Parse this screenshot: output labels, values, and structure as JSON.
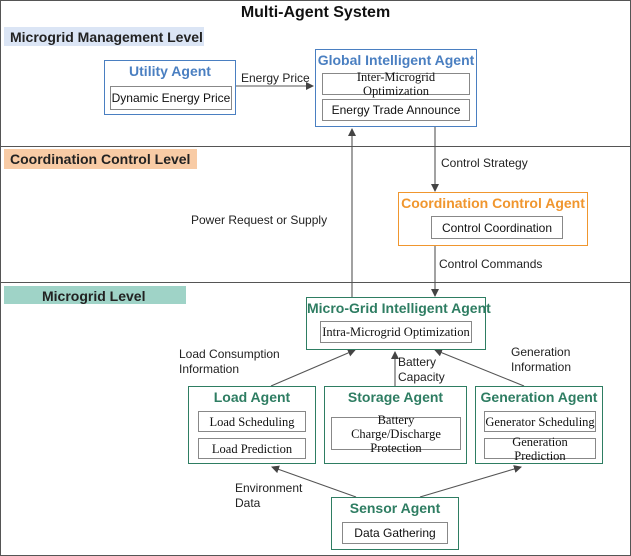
{
  "title": "Multi-Agent System",
  "colors": {
    "management_level_bg": "#dbe5f5",
    "coordination_level_bg": "#f8cba5",
    "microgrid_level_bg": "#9fd3c7",
    "management_agent": "#4a7fc1",
    "coordination_agent": "#f0962e",
    "microgrid_agent": "#2e7d62"
  },
  "levels": {
    "management": "Microgrid Management Level",
    "coordination": "Coordination Control Level",
    "microgrid": "Microgrid Level"
  },
  "agents": {
    "utility": {
      "name": "Utility Agent",
      "functions": [
        "Dynamic Energy Price"
      ]
    },
    "global": {
      "name": "Global Intelligent Agent",
      "functions": [
        "Inter-Microgrid Optimization",
        "Energy Trade Announce"
      ]
    },
    "coordination": {
      "name": "Coordination Control Agent",
      "functions": [
        "Control Coordination"
      ]
    },
    "microgrid": {
      "name": "Micro-Grid Intelligent Agent",
      "functions": [
        "Intra-Microgrid Optimization"
      ]
    },
    "load": {
      "name": "Load Agent",
      "functions": [
        "Load Scheduling",
        "Load Prediction"
      ]
    },
    "storage": {
      "name": "Storage Agent",
      "functions": [
        "Battery Charge/Discharge Protection"
      ]
    },
    "generation": {
      "name": "Generation Agent",
      "functions": [
        "Generator Scheduling",
        "Generation Prediction"
      ]
    },
    "sensor": {
      "name": "Sensor Agent",
      "functions": [
        "Data Gathering"
      ]
    }
  },
  "flows": {
    "energy_price": "Energy Price",
    "control_strategy": "Control Strategy",
    "power_request": "Power Request or Supply",
    "control_commands": "Control Commands",
    "load_consumption": "Load Consumption\nInformation",
    "battery_capacity": "Battery\nCapacity",
    "generation_info": "Generation\nInformation",
    "environment_data": "Environment\nData"
  }
}
